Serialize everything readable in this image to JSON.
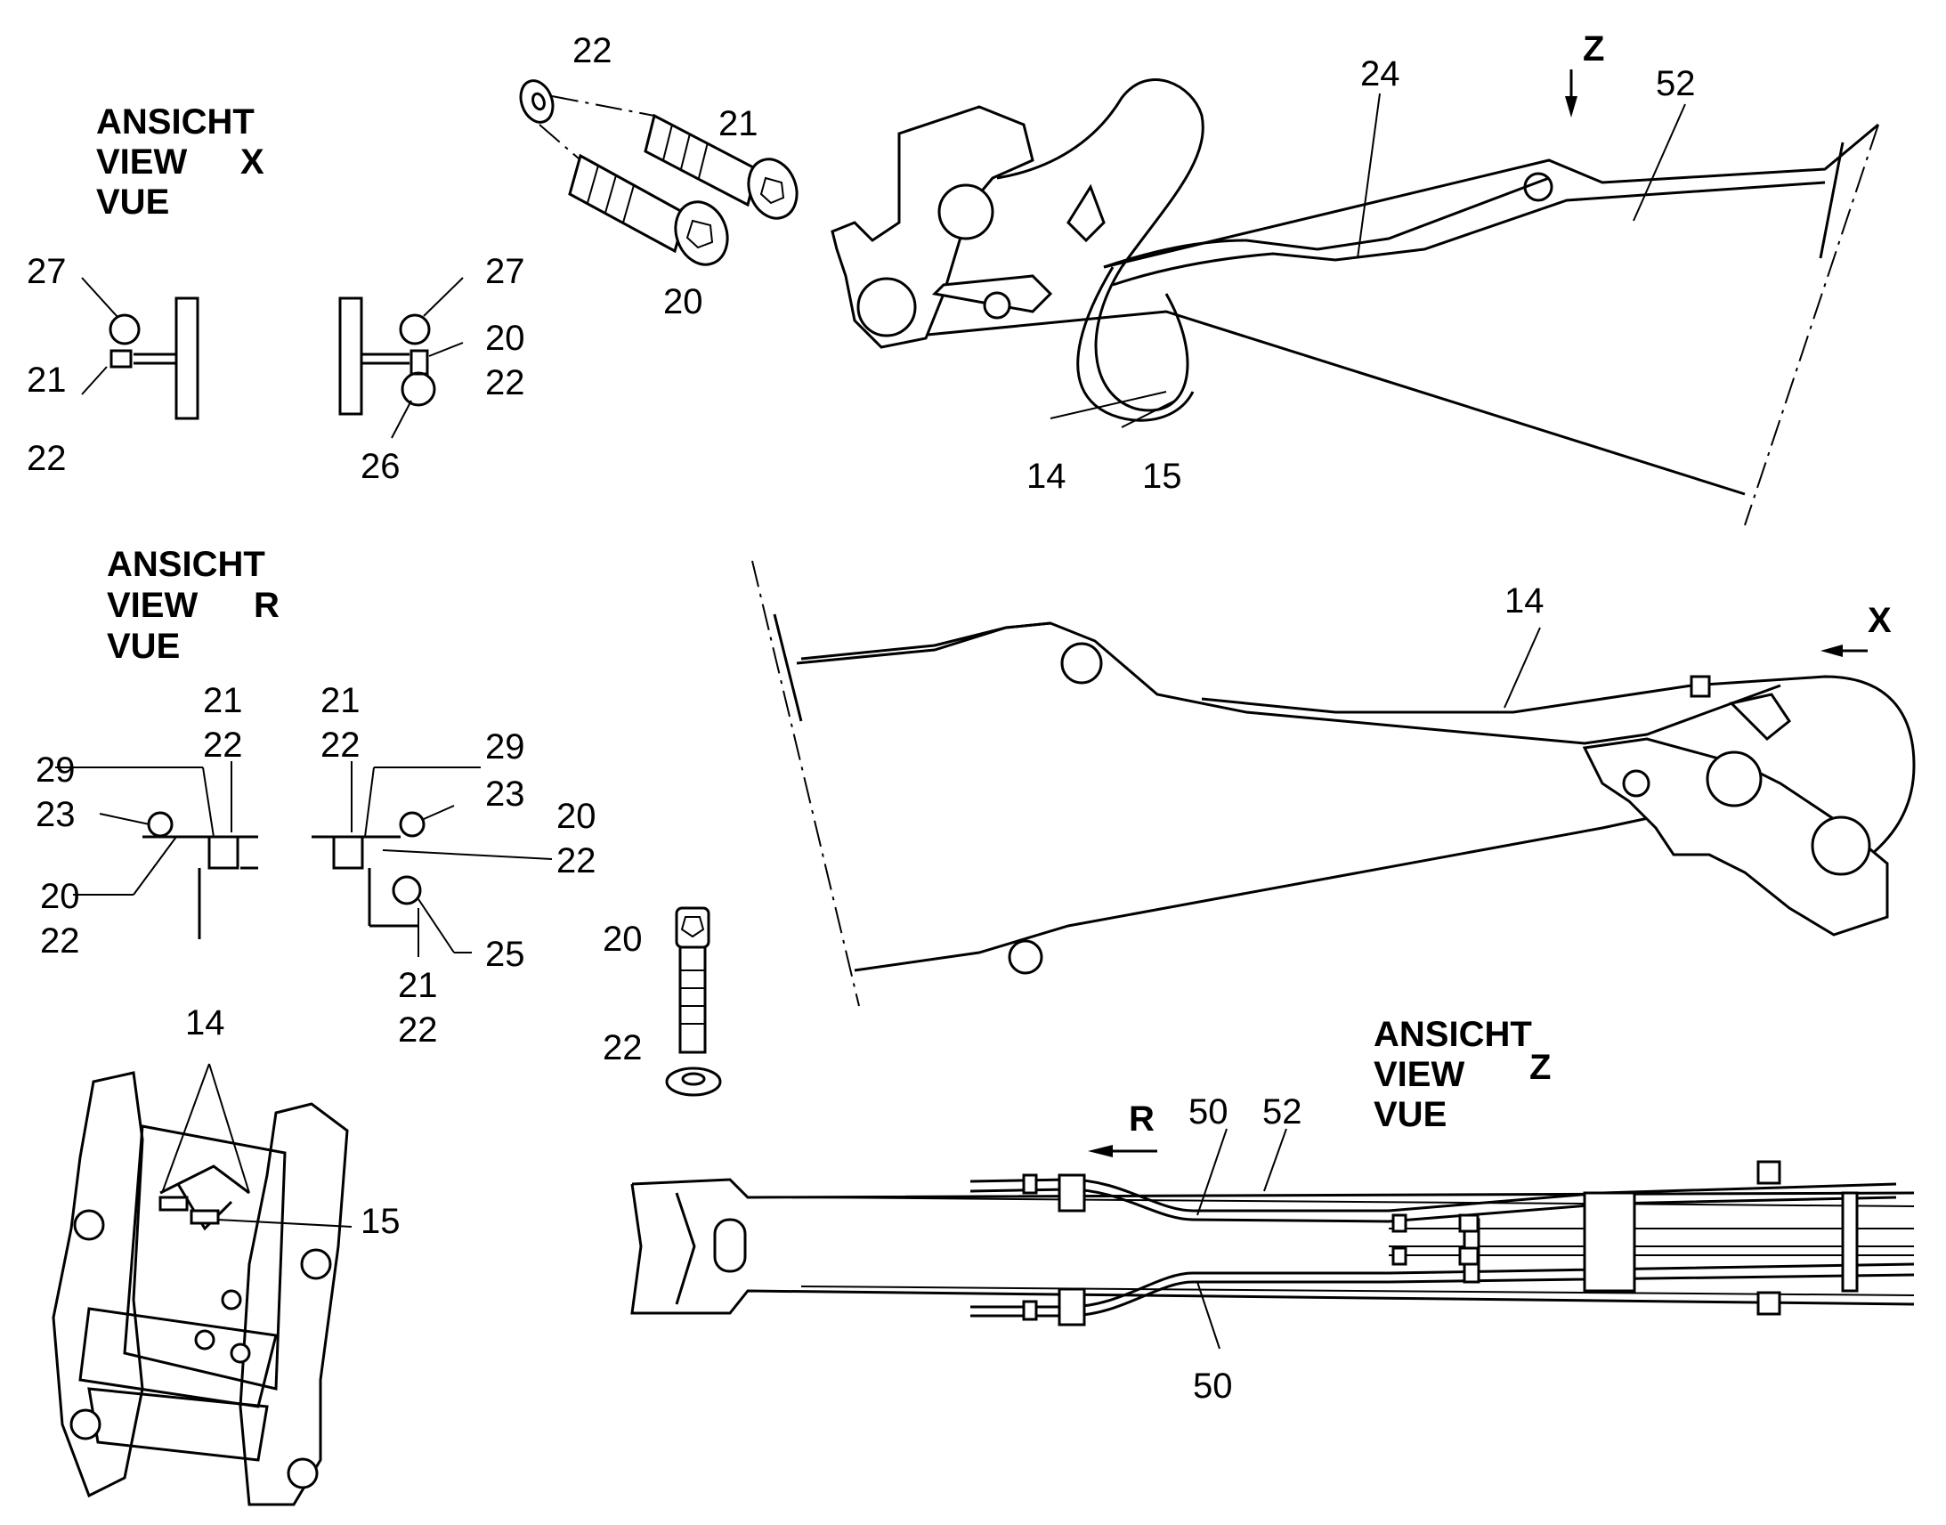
{
  "views": {
    "x": {
      "line1": "ANSICHT",
      "line2": "VIEW",
      "line3": "VUE",
      "letter": "X"
    },
    "r": {
      "line1": "ANSICHT",
      "line2": "VIEW",
      "line3": "VUE",
      "letter": "R"
    },
    "z": {
      "line1": "ANSICHT",
      "line2": "VIEW",
      "line3": "VUE",
      "letter": "Z"
    }
  },
  "arrows": {
    "z": "Z",
    "x": "X",
    "r": "R"
  },
  "callouts": {
    "c22_top": "22",
    "c21_top": "21",
    "c20_top": "20",
    "c24": "24",
    "c52_top": "52",
    "c14_top": "14",
    "c15_top": "15",
    "vx_27a": "27",
    "vx_21": "21",
    "vx_22a": "22",
    "vx_27b": "27",
    "vx_20": "20",
    "vx_22b": "22",
    "vx_26": "26",
    "vr_21a": "21",
    "vr_22a": "22",
    "vr_29a": "29",
    "vr_23a": "23",
    "vr_20a": "20",
    "vr_22b": "22",
    "vr_21b": "21",
    "vr_22c": "22",
    "vr_29b": "29",
    "vr_23b": "23",
    "vr_20b": "20",
    "vr_22d": "22",
    "vr_25": "25",
    "vr_21c": "21",
    "vr_22e": "22",
    "bolt_20": "20",
    "bolt_22": "22",
    "c14_mid": "14",
    "c14_low": "14",
    "c15_low": "15",
    "vz_50a": "50",
    "vz_52": "52",
    "vz_50b": "50"
  }
}
